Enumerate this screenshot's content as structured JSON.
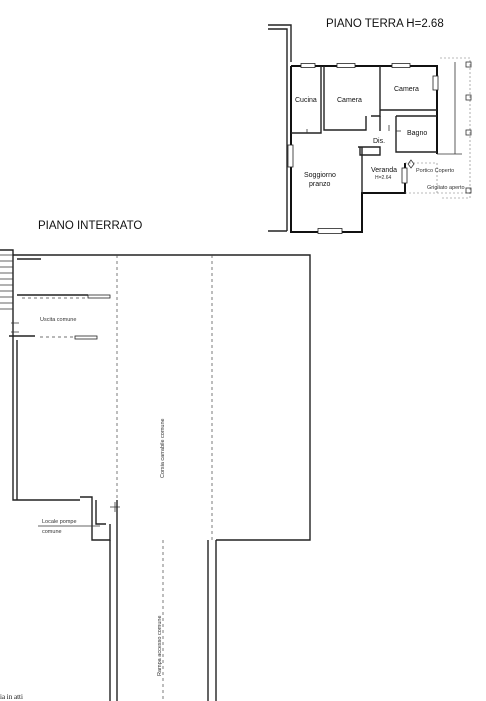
{
  "titles": {
    "ground_floor": "PIANO TERRA H=2.68",
    "basement": "PIANO INTERRATO"
  },
  "ground_floor": {
    "rooms": {
      "cucina": "Cucina",
      "camera_1": "Camera",
      "camera_2": "Camera",
      "bagno": "Bagno",
      "dis": "Dis.",
      "soggiorno": "Soggiorno",
      "pranzo": "pranzo",
      "veranda": "Veranda",
      "veranda_height": "H=2.64"
    },
    "labels": {
      "portico": "Portico Coperto",
      "grigliato": "Grigliato aperto"
    }
  },
  "basement": {
    "labels": {
      "uscita": "Uscita comune",
      "corsia": "Corsia carrabile comune",
      "locale_pompe": "Locale pompe",
      "comune": "comune",
      "rampa": "Rampa accesso comune"
    }
  },
  "footer": {
    "note": "ia in atti"
  }
}
